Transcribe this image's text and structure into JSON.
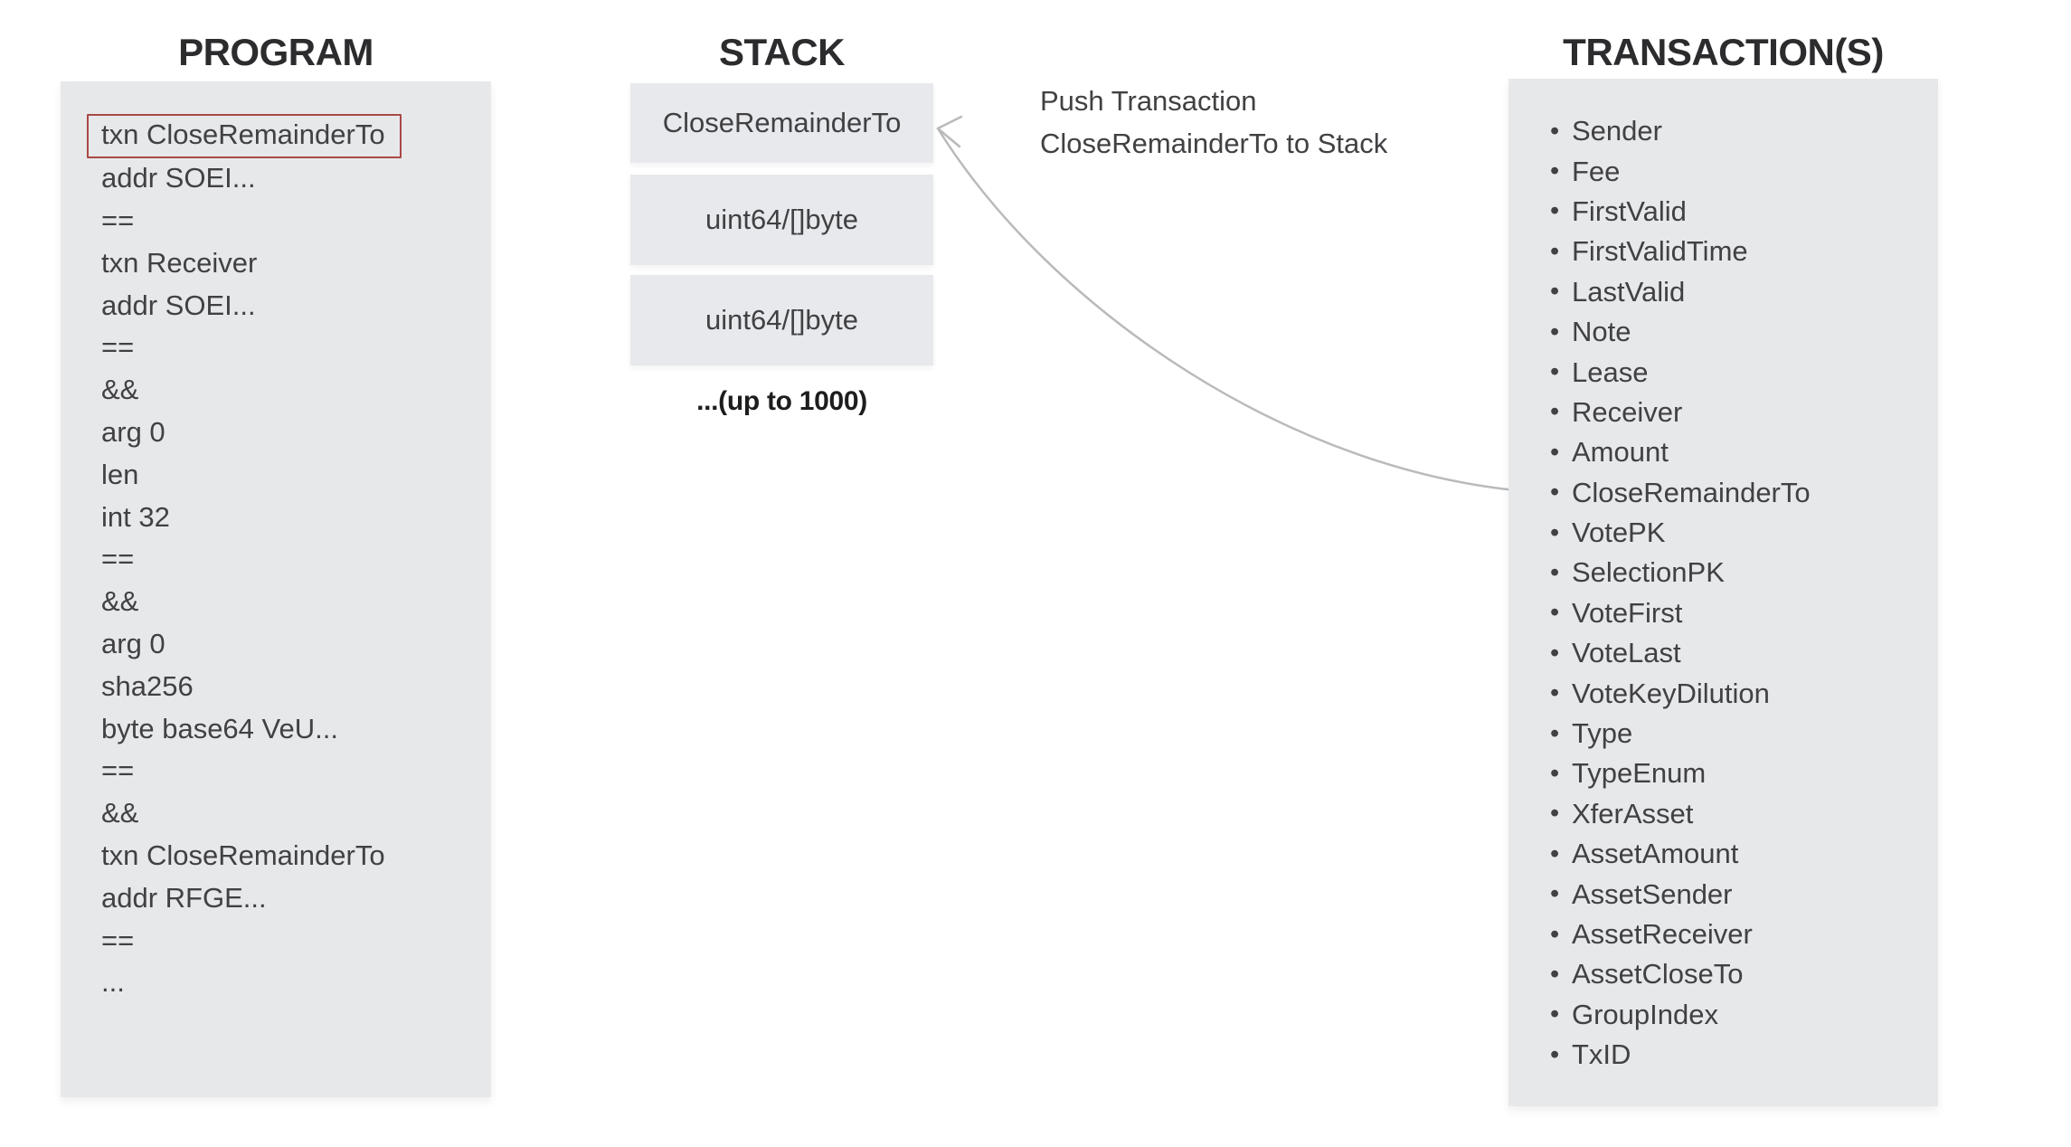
{
  "diagram": {
    "columns": {
      "program": {
        "title": "PROGRAM",
        "lines": [
          {
            "text": "txn CloseRemainderTo",
            "highlight": true
          },
          {
            "text": "addr SOEI...",
            "highlight": false
          },
          {
            "text": "==",
            "highlight": false
          },
          {
            "text": "txn Receiver",
            "highlight": false
          },
          {
            "text": "addr SOEI...",
            "highlight": false
          },
          {
            "text": "==",
            "highlight": false
          },
          {
            "text": "&&",
            "highlight": false
          },
          {
            "text": "arg 0",
            "highlight": false
          },
          {
            "text": "len",
            "highlight": false
          },
          {
            "text": "int 32",
            "highlight": false
          },
          {
            "text": "==",
            "highlight": false
          },
          {
            "text": "&&",
            "highlight": false
          },
          {
            "text": "arg 0",
            "highlight": false
          },
          {
            "text": "sha256",
            "highlight": false
          },
          {
            "text": "byte base64 VeU...",
            "highlight": false
          },
          {
            "text": "==",
            "highlight": false
          },
          {
            "text": "&&",
            "highlight": false
          },
          {
            "text": "txn CloseRemainderTo",
            "highlight": false
          },
          {
            "text": "addr RFGE...",
            "highlight": false
          },
          {
            "text": "==",
            "highlight": false
          },
          {
            "text": "...",
            "highlight": false
          }
        ]
      },
      "stack": {
        "title": "STACK",
        "slots": [
          "CloseRemainderTo",
          "uint64/[]byte",
          "uint64/[]byte"
        ],
        "overflow_note": "...(up to 1000)"
      },
      "transactions": {
        "title": "TRANSACTION(S)",
        "bullet": "•",
        "items": [
          "Sender",
          "Fee",
          "FirstValid",
          "FirstValidTime",
          "LastValid",
          "Note",
          "Lease",
          "Receiver",
          "Amount",
          "CloseRemainderTo",
          "VotePK",
          "SelectionPK",
          "VoteFirst",
          "VoteLast",
          "VoteKeyDilution",
          "Type",
          "TypeEnum",
          "XferAsset",
          "AssetAmount",
          "AssetSender",
          "AssetReceiver",
          "AssetCloseTo",
          "GroupIndex",
          "TxID"
        ]
      }
    },
    "annotation": {
      "line1": "Push Transaction",
      "line2": "CloseRemainderTo to Stack"
    },
    "arrow": {
      "from": "transactions-item-CloseRemainderTo",
      "to": "stack-top-slot"
    },
    "colors": {
      "panel_bg": "#e7e8ea",
      "slot_bg": "#e8e9ec",
      "text": "#414144",
      "heading": "#2c2c2e",
      "highlight_border": "#a84946",
      "arrow": "#b9babc",
      "note_text": "#1d1d1f"
    }
  }
}
